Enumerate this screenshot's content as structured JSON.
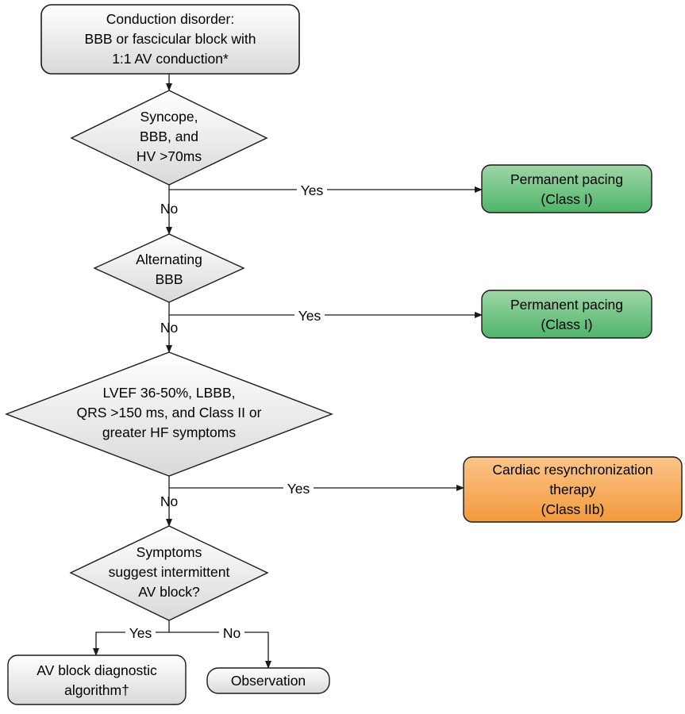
{
  "colors": {
    "gray_fill_top": "#ffffff",
    "gray_fill_bottom": "#d9d9d9",
    "green_fill_top": "#9fd6a7",
    "green_fill_bottom": "#4fb56a",
    "orange_fill_top": "#fcc489",
    "orange_fill_bottom": "#f29a3c",
    "stroke": "#1a1a1a"
  },
  "nodes": {
    "start": {
      "lines": [
        "Conduction disorder:",
        "BBB or fascicular block with",
        "1:1 AV conduction*"
      ]
    },
    "q_syncope": {
      "lines": [
        "Syncope,",
        "BBB, and",
        "HV >70ms"
      ]
    },
    "pacing_1": {
      "lines": [
        "Permanent pacing",
        "(Class I)"
      ]
    },
    "q_alternating": {
      "lines": [
        "Alternating",
        "BBB"
      ]
    },
    "pacing_2": {
      "lines": [
        "Permanent pacing",
        "(Class I)"
      ]
    },
    "q_lvef": {
      "lines": [
        "LVEF 36-50%, LBBB,",
        "QRS >150 ms, and Class II or",
        "greater HF symptoms"
      ]
    },
    "crt": {
      "lines": [
        "Cardiac resynchronization",
        "therapy",
        "(Class IIb)"
      ]
    },
    "q_symptoms": {
      "lines": [
        "Symptoms",
        "suggest intermittent",
        "AV block?"
      ]
    },
    "av_algorithm": {
      "lines": [
        "AV block diagnostic",
        "algorithm†"
      ]
    },
    "observation": {
      "lines": [
        "Observation"
      ]
    }
  },
  "edge_labels": {
    "yes_1": "Yes",
    "no_1": "No",
    "yes_2": "Yes",
    "no_2": "No",
    "yes_3": "Yes",
    "no_3": "No",
    "yes_4": "Yes",
    "no_4": "No"
  }
}
